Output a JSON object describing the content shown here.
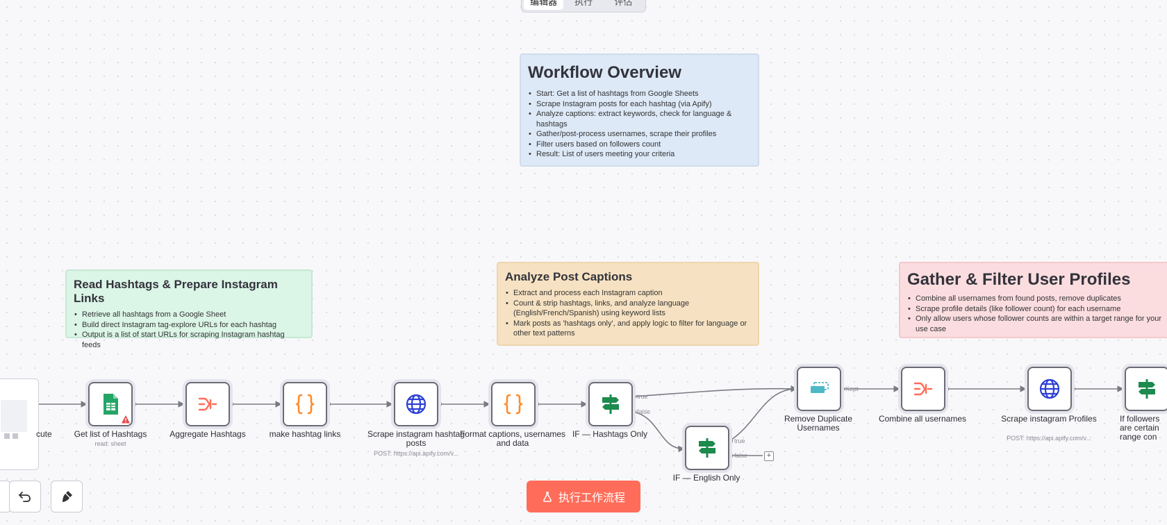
{
  "tabs": [
    {
      "label": "编辑器",
      "active": true
    },
    {
      "label": "执行",
      "active": false
    },
    {
      "label": "评估",
      "active": false
    }
  ],
  "notes": {
    "overview": {
      "title": "Workflow Overview",
      "items": [
        "Start: Get a list of hashtags from Google Sheets",
        "Scrape Instagram posts for each hashtag (via Apify)",
        "Analyze captions: extract keywords, check for language & hashtags",
        "Gather/post-process usernames, scrape their profiles",
        "Filter users based on followers count",
        "Result: List of users meeting your criteria"
      ]
    },
    "hashtags": {
      "title": "Read Hashtags & Prepare Instagram Links",
      "items": [
        "Retrieve all hashtags from a Google Sheet",
        "Build direct Instagram tag-explore URLs for each hashtag",
        "Output is a list of start URLs for scraping Instagram hashtag feeds"
      ]
    },
    "captions": {
      "title": "Analyze Post Captions",
      "items": [
        "Extract and process each Instagram caption",
        "Count & strip hashtags, links, and analyze language (English/French/Spanish) using keyword lists",
        "Mark posts as 'hashtags only', and apply logic to filter for language or other text patterns"
      ]
    },
    "profiles": {
      "title": "Gather & Filter User Profiles",
      "items": [
        "Combine all usernames from found posts, remove duplicates",
        "Scrape profile details (like follower count) for each username",
        "Only allow users whose follower counts are within a target range for your use case"
      ]
    }
  },
  "nodes": {
    "trigger_partial": {
      "label": "cute"
    },
    "get_hashtags": {
      "label": "Get list of Hashtags",
      "subtitle": "read: sheet",
      "icon": "google-sheets-icon",
      "warning": true
    },
    "aggregate_hashtags": {
      "label": "Aggregate Hashtags",
      "icon": "aggregate-icon"
    },
    "make_links": {
      "label": "make hashtag links",
      "icon": "code-braces-icon"
    },
    "scrape_posts": {
      "label": "Scrape instagram hashtag posts",
      "subtitle": "POST: https://api.apify.com/v...",
      "icon": "globe-icon"
    },
    "format_captions": {
      "label": "Format captions, usernames and data",
      "icon": "code-braces-icon"
    },
    "if_hashtags_only": {
      "label": "IF — Hashtags Only",
      "icon": "signpost-icon",
      "outputs": [
        "true",
        "false"
      ]
    },
    "if_english_only": {
      "label": "IF — English Only",
      "icon": "signpost-icon",
      "outputs": [
        "true",
        "false"
      ]
    },
    "remove_duplicates": {
      "label": "Remove Duplicate Usernames",
      "icon": "remove-duplicates-icon",
      "output": "Kept"
    },
    "combine_usernames": {
      "label": "Combine all usernames",
      "icon": "aggregate-icon"
    },
    "scrape_profiles": {
      "label": "Scrape instagram Profiles",
      "subtitle": "POST: https://api.apify.com/v...",
      "icon": "globe-icon"
    },
    "if_followers": {
      "label": "If followers are certain range con",
      "icon": "signpost-icon"
    }
  },
  "toolbar": {
    "execute_label": "执行工作流程",
    "buttons": [
      "undo-icon",
      "clear-execution-icon"
    ]
  },
  "colors": {
    "accent": "#ff6d5a",
    "node_border": "#6b6b75",
    "connection": "#7a7a84"
  }
}
